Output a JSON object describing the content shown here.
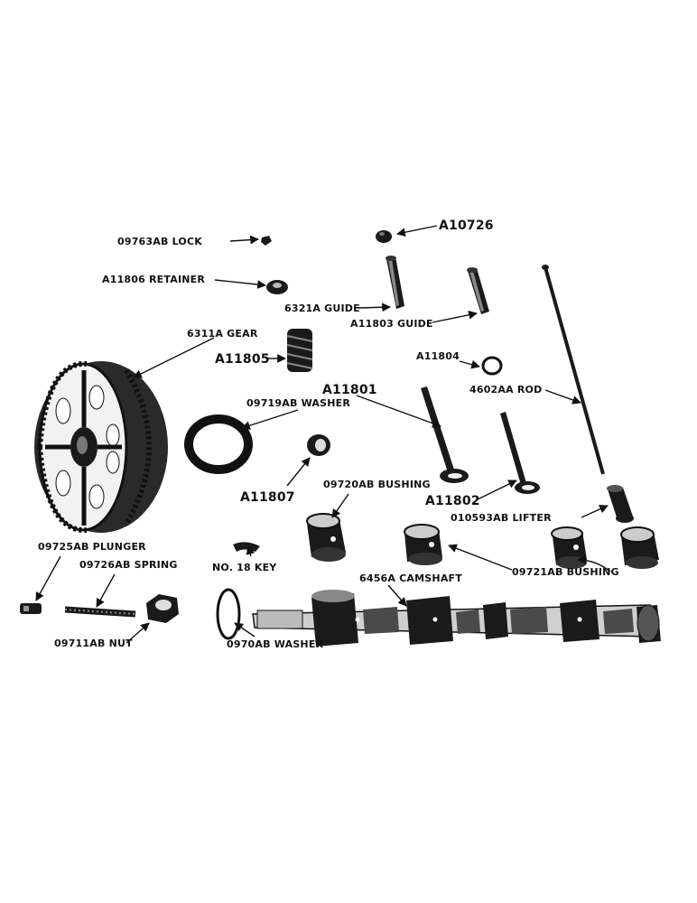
{
  "labels": {
    "lock": "09763AB LOCK",
    "a10726": "A10726",
    "retainer": "A11806 RETAINER",
    "guide_6321": "6321A GUIDE",
    "guide_a11803": "A11803 GUIDE",
    "gear": "6311A GEAR",
    "a11805": "A11805",
    "a11804": "A11804",
    "a11801": "A11801",
    "washer_09719": "09719AB WASHER",
    "rod": "4602AA ROD",
    "a11807": "A11807",
    "bushing_09720": "09720AB BUSHING",
    "a11802": "A11802",
    "lifter": "010593AB LIFTER",
    "plunger": "09725AB PLUNGER",
    "spring": "09726AB SPRING",
    "key": "NO. 18 KEY",
    "bushing_09721": "09721AB BUSHING",
    "camshaft": "6456A CAMSHAFT",
    "nut": "09711AB NUT",
    "washer_0970": "0970AB WASHER"
  }
}
